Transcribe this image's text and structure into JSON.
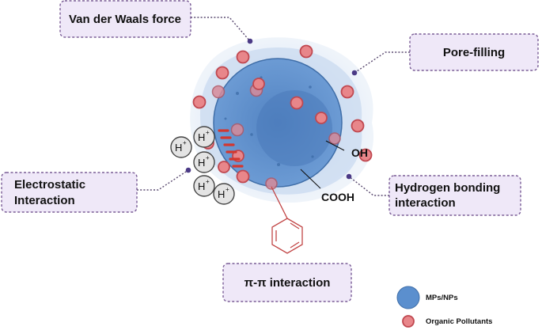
{
  "labels": {
    "van_der_waals": "Van der Waals force",
    "pore_filling": "Pore-filling",
    "electrostatic_line1": "Electrostatic",
    "electrostatic_line2": "Interaction",
    "hydrogen_line1": "Hydrogen bonding",
    "hydrogen_line2": "interaction",
    "pi_pi": "π-π interaction",
    "oh": "OH",
    "cooh": "COOH"
  },
  "ions": {
    "symbol": "H",
    "charge": "+"
  },
  "legend": {
    "mps_nps": "MPs/NPs",
    "organic_pollutants": "Organic Pollutants"
  },
  "colors": {
    "particle": "#5b8fce",
    "pollutant": "#e8868a",
    "box_fill": "#efe8f8",
    "box_border": "#7a5d96",
    "charge_marks": "#d3372f"
  }
}
